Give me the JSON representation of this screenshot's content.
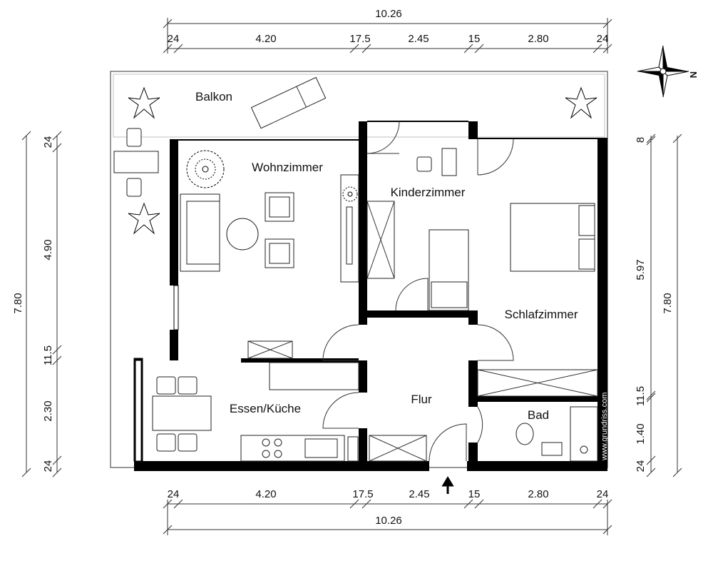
{
  "rooms": {
    "balkon": "Balkon",
    "wohnzimmer": "Wohnzimmer",
    "kinderzimmer": "Kinderzimmer",
    "schlafzimmer": "Schlafzimmer",
    "essen_kueche": "Essen/Küche",
    "flur": "Flur",
    "bad": "Bad"
  },
  "dimensions": {
    "top_total": "10.26",
    "top": [
      "24",
      "4.20",
      "17.5",
      "2.45",
      "15",
      "2.80",
      "24"
    ],
    "bottom": [
      "24",
      "4.20",
      "17.5",
      "2.45",
      "15",
      "2.80",
      "24"
    ],
    "bottom_total": "10.26",
    "left_total": "7.80",
    "left": [
      "24",
      "4.90",
      "11.5",
      "2.30",
      "24"
    ],
    "right": [
      "8",
      "5.97",
      "11.5",
      "1.40",
      "24"
    ],
    "right_total": "7.80"
  },
  "compass": {
    "north_label": "N"
  },
  "watermark": "www.grundriss.com"
}
